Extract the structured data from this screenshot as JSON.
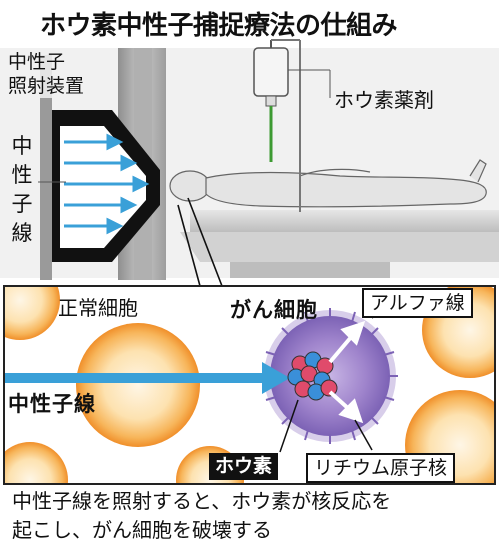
{
  "title": "ホウ素中性子捕捉療法の仕組み",
  "device": {
    "line1": "中性子",
    "line2": "照射装置"
  },
  "beam_label": [
    "中",
    "性",
    "子",
    "線"
  ],
  "drug_label": "ホウ素薬剤",
  "normal_cell_label": "正常細胞",
  "cancer_cell_label": "がん細胞",
  "alpha_label": "アルファ線",
  "neutron_beam_label": "中性子線",
  "boron_label": "ホウ素",
  "lithium_label": "リチウム原子核",
  "caption": {
    "line1": "中性子線を照射すると、ホウ素が核反応を",
    "line2": "起こし、がん細胞を破壊する"
  },
  "colors": {
    "beam": "#3aa0d8",
    "cell_outer": "#f6a23a",
    "cell_inner": "#fde9c2",
    "cancer": "#9b7ec7",
    "equipment": "#b9b9b9",
    "drip": "#3d9a32"
  }
}
